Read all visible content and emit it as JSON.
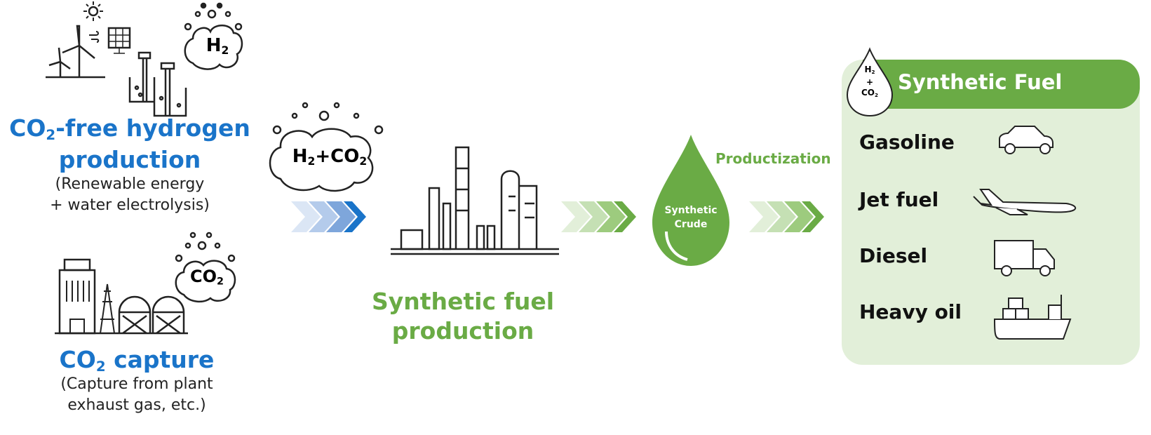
{
  "hydrogen": {
    "title_prefix": "CO",
    "title_sub": "2",
    "title_rest": "-free hydrogen",
    "title_line2": "production",
    "desc_line1": "(Renewable energy",
    "desc_line2": "+ water electrolysis)",
    "cloud_label": "H",
    "cloud_sub": "2"
  },
  "capture": {
    "title_prefix": "CO",
    "title_sub": "2",
    "title_rest": " capture",
    "desc_line1": "(Capture from plant",
    "desc_line2": "exhaust gas, etc.)",
    "cloud_label": "CO",
    "cloud_sub": "2"
  },
  "mix_cloud": {
    "h": "H",
    "h_sub": "2",
    "plus": "+CO",
    "co_sub": "2"
  },
  "production": {
    "line1": "Synthetic fuel",
    "line2": "production"
  },
  "crude": {
    "line1": "Synthetic",
    "line2": "Crude"
  },
  "productization": "Productization",
  "panel": {
    "title": "Synthetic Fuel",
    "drop_h": "H",
    "drop_h_sub": "2",
    "drop_plus": "+",
    "drop_co": "CO",
    "drop_co_sub": "2",
    "items": [
      {
        "label": "Gasoline",
        "icon": "car-icon"
      },
      {
        "label": "Jet fuel",
        "icon": "airplane-icon"
      },
      {
        "label": "Diesel",
        "icon": "truck-icon"
      },
      {
        "label": "Heavy oil",
        "icon": "ship-icon"
      }
    ]
  },
  "colors": {
    "blue": "#1a74c9",
    "green": "#6aab45",
    "panel_bg": "#e2efd9"
  }
}
